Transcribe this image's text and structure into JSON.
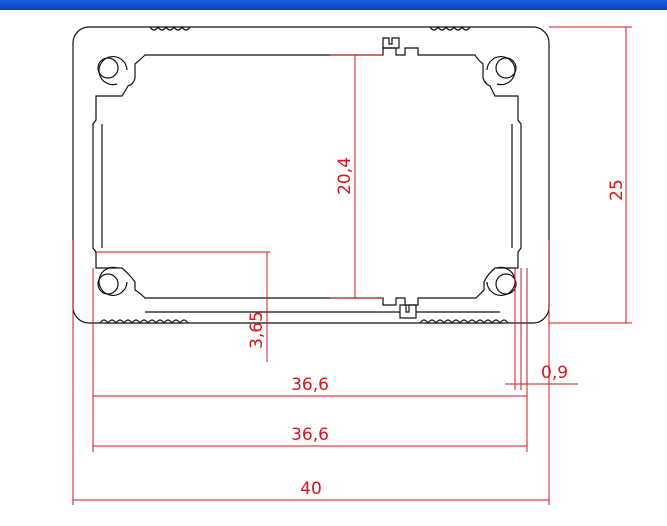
{
  "colors": {
    "dimension": "#d4161f",
    "profile": "#111111",
    "header_bar": "#1549d6",
    "background": "#ffffff"
  },
  "dimensions": {
    "overall_height": "25",
    "inner_height": "20,4",
    "slot_offset": "3,65",
    "wall_thickness": "0,9",
    "inner_width_upper": "36,6",
    "inner_width_lower": "36,6",
    "overall_width": "40"
  }
}
